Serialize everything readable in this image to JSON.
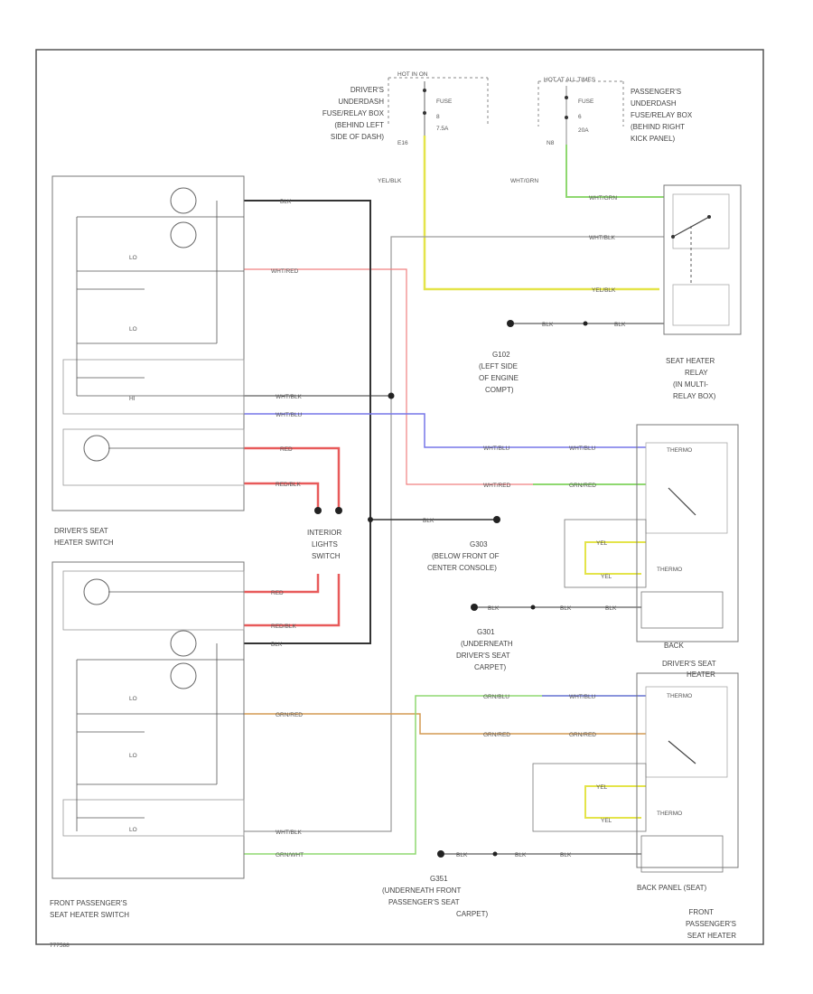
{
  "hot_left": "HOT IN ON",
  "hot_right": "HOT AT ALL TIMES",
  "fuse_left": [
    "FUSE",
    "8",
    "7.5A"
  ],
  "fuse_right": [
    "FUSE",
    "6",
    "20A"
  ],
  "fuse_box_left": [
    "DRIVER'S",
    "UNDERDASH",
    "FUSE/RELAY BOX",
    "(BEHIND LEFT",
    "SIDE OF DASH)"
  ],
  "fuse_box_right": [
    "PASSENGER'S",
    "UNDERDASH",
    "FUSE/RELAY BOX",
    "(BEHIND RIGHT",
    "KICK PANEL)"
  ],
  "terminal_e16": "E16",
  "terminal_n8": "N8",
  "relay_label": [
    "SEAT HEATER",
    "RELAY",
    "(IN MULTI-",
    "RELAY BOX)"
  ],
  "g102": [
    "G102",
    "(LEFT SIDE",
    "OF ENGINE",
    "COMPT)"
  ],
  "g303": [
    "G303",
    "(BELOW FRONT OF",
    "CENTER CONSOLE)"
  ],
  "g301": [
    "G301",
    "(UNDERNEATH",
    "DRIVER'S SEAT",
    "CARPET)"
  ],
  "g351": [
    "G351",
    "(UNDERNEATH FRONT",
    "PASSENGER'S SEAT",
    "CARPET)"
  ],
  "driver_switch": [
    "DRIVER'S SEAT",
    "HEATER SWITCH"
  ],
  "passenger_switch": [
    "FRONT PASSENGER'S",
    "SEAT HEATER SWITCH"
  ],
  "interior_lights": [
    "INTERIOR",
    "LIGHTS",
    "SWITCH"
  ],
  "driver_heater": [
    "DRIVER'S SEAT",
    "HEATER"
  ],
  "passenger_heater": [
    "FRONT",
    "PASSENGER'S",
    "SEAT HEATER"
  ],
  "thermo": "THERMO",
  "back_label": "BACK",
  "back_panel_label": "BACK PANEL (SEAT)",
  "lo": "LO",
  "hi": "HI",
  "footer_code": "777588",
  "wires": {
    "yel_blk": "YEL/BLK",
    "wht_grn": "WHT/GRN",
    "wht_blk": "WHT/BLK",
    "wht_red": "WHT/RED",
    "blk": "BLK",
    "wht_blu": "WHT/BLU",
    "red": "RED",
    "red_blk": "RED/BLK",
    "grn_red": "GRN/RED",
    "grn_blu": "GRN/BLU",
    "grn_wht": "GRN/WHT",
    "yel": "YEL",
    "wht_grn_b": "WHT/GRN"
  },
  "colors": {
    "yellow": "#e4e44a",
    "green": "#7fd35a",
    "blue": "#6f6fe0",
    "red": "#e85a5a",
    "orange": "#d49a52",
    "gray": "#9a9a9a",
    "black": "#222222",
    "cyan": "#6fc8c8"
  }
}
